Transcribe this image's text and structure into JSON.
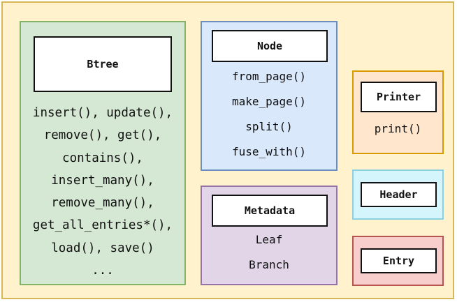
{
  "btree": {
    "title": "Btree",
    "methods": "insert(), update(),\nremove(), get(),\ncontains(),\ninsert_many(),\nremove_many(),\nget_all_entries*(),\nload(), save()\n..."
  },
  "node": {
    "title": "Node",
    "methods": "from_page()\nmake_page()\nsplit()\nfuse_with()"
  },
  "metadata": {
    "title": "Metadata",
    "variants": "Leaf\nBranch"
  },
  "printer": {
    "title": "Printer",
    "methods": "print()"
  },
  "header": {
    "title": "Header"
  },
  "entry": {
    "title": "Entry"
  },
  "colors": {
    "background": "#fff2cc",
    "btree": "#d5e8d4",
    "node": "#dae8fc",
    "metadata": "#e1d5e7",
    "printer": "#ffe6cc",
    "header": "#d3f5fb",
    "entry": "#f8cecc"
  }
}
